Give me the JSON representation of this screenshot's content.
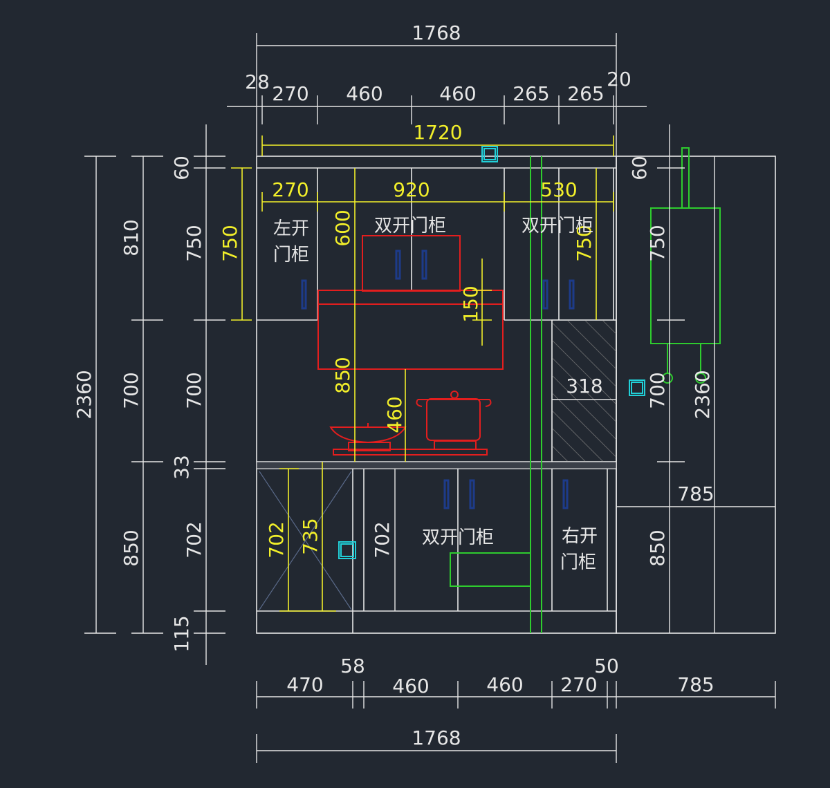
{
  "colors": {
    "background": "#222831",
    "line": "#e6e6e6",
    "dimension_yellow": "#f2ef2a",
    "appliance_red": "#e31e1e",
    "pipe_green": "#2ecc2e",
    "socket_cyan": "#21d0d8",
    "handle_blue": "#1d3b8a"
  },
  "dimensions": {
    "top_total": "1768",
    "top_28": "28",
    "top_270": "270",
    "top_460a": "460",
    "top_460b": "460",
    "top_265a": "265",
    "top_265b": "265",
    "top_20": "20",
    "inner_1720": "1720",
    "upper_270": "270",
    "upper_920": "920",
    "upper_530": "530",
    "left_2360": "2360",
    "left_810": "810",
    "left_700a": "700",
    "left_850": "850",
    "left_60": "60",
    "left_750a": "750",
    "left_700b": "700",
    "left_33": "33",
    "left_702": "702",
    "left_115": "115",
    "y_750_left": "750",
    "hood_600": "600",
    "hood_850": "850",
    "hood_150": "150",
    "stove_460": "460",
    "right_750": "750",
    "niche_318": "318",
    "lower_702a": "702",
    "lower_735": "735",
    "lower_702b": "702",
    "fridge_60": "60",
    "fridge_750": "750",
    "fridge_700": "700",
    "fridge_2360": "2360",
    "fridge_785": "785",
    "fridge_850": "850",
    "bottom_58": "58",
    "bottom_50": "50",
    "bottom_470": "470",
    "bottom_460a": "460",
    "bottom_460b": "460",
    "bottom_270": "270",
    "bottom_785": "785",
    "bottom_total": "1768"
  },
  "labels": {
    "left_door_line1": "左开",
    "left_door_line2": "门柜",
    "double_door_upper_mid": "双开门柜",
    "double_door_upper_right": "双开门柜",
    "double_door_lower": "双开门柜",
    "right_door_line1": "右开",
    "right_door_line2": "门柜"
  },
  "icons": {
    "socket": "socket-icon",
    "hood": "range-hood-icon",
    "pot": "stock-pot-icon",
    "wok": "wok-icon",
    "water_heater": "water-heater-icon"
  }
}
